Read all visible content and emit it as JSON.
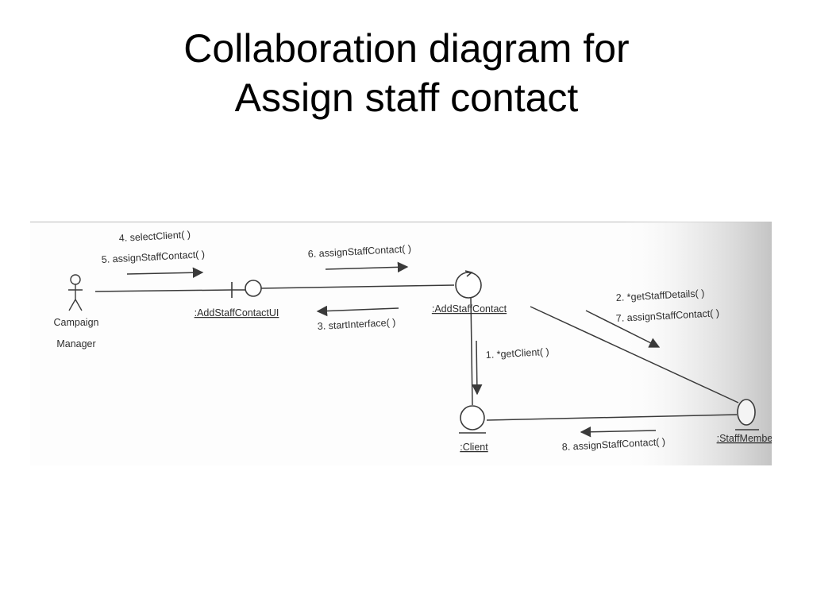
{
  "slide": {
    "title_line1": "Collaboration diagram for",
    "title_line2": "Assign staff contact"
  },
  "diagram": {
    "actor": {
      "icon": "stick-figure-icon",
      "label_line1": "Campaign",
      "label_line2": "Manager"
    },
    "objects": {
      "ui": {
        "label": ":AddStaffContactUI",
        "icon": "boundary-icon"
      },
      "control": {
        "label": ":AddStaffContact",
        "icon": "control-icon"
      },
      "client": {
        "label": ":Client",
        "icon": "entity-icon"
      },
      "staff": {
        "label": ":StaffMember",
        "icon": "entity-icon"
      }
    },
    "messages": {
      "m1": "1. *getClient( )",
      "m2": "2. *getStaffDetails( )",
      "m3": "3. startInterface( )",
      "m4": "4. selectClient( )",
      "m5": "5. assignStaffContact( )",
      "m6": "6. assignStaffContact( )",
      "m7": "7. assignStaffContact( )",
      "m8": "8. assignStaffContact( )"
    },
    "colors": {
      "ink": "#2e2e2e",
      "scan_shadow": "#cfcfcf"
    }
  }
}
